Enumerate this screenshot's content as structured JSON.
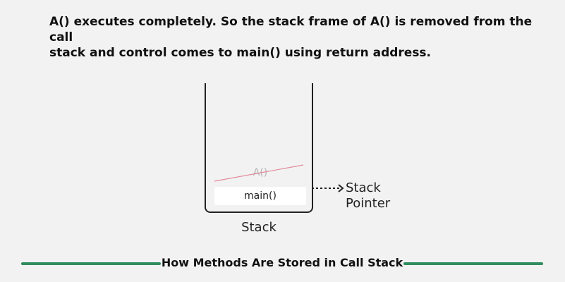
{
  "description": "A() executes completely. So the stack frame of A() is removed from the call\nstack and control comes to main() using return address.",
  "stack": {
    "frames": [
      {
        "label": "A()",
        "state": "removed"
      },
      {
        "label": "main()",
        "state": "active"
      }
    ],
    "caption": "Stack"
  },
  "pointer": {
    "label": "Stack\nPointer"
  },
  "footer": {
    "title": "How Methods Are Stored in Call Stack"
  },
  "colors": {
    "background": "#f2f2f2",
    "accent": "#2f8d5f",
    "strike": "#e28a9a",
    "removed_text": "#b4b4b4"
  }
}
